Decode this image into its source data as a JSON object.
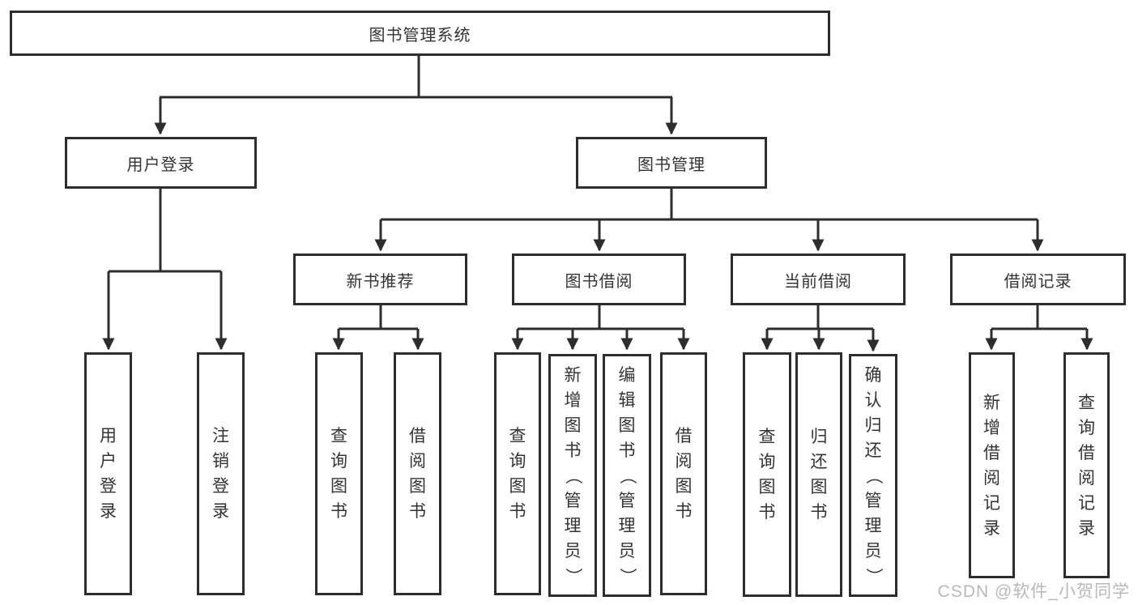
{
  "diagram": {
    "title": "图书管理系统",
    "watermark": "CSDN @软件_小贺同学",
    "colors": {
      "line": "#2d2d2d",
      "box_border": "#2d2d2d",
      "box_background": "#ffffff",
      "text": "#333333",
      "watermark": "#b2b2b2"
    },
    "nodes": {
      "root": {
        "label": "图书管理系统"
      },
      "user_login": {
        "label": "用户登录"
      },
      "book_mgmt": {
        "label": "图书管理"
      },
      "new_book_rec": {
        "label": "新书推荐"
      },
      "book_borrow": {
        "label": "图书借阅"
      },
      "current_borrow": {
        "label": "当前借阅"
      },
      "borrow_records": {
        "label": "借阅记录"
      },
      "leaf_user_login": {
        "label": "用户登录"
      },
      "leaf_logout": {
        "label": "注销登录"
      },
      "leaf_query_book_rec": {
        "label": "查询图书"
      },
      "leaf_borrow_book_rec": {
        "label": "借阅图书"
      },
      "leaf_query_book_borrow": {
        "label": "查询图书"
      },
      "leaf_add_book_admin": {
        "label": "新增图书（管理员）"
      },
      "leaf_edit_book_admin": {
        "label": "编辑图书（管理员）"
      },
      "leaf_borrow_book_borrow": {
        "label": "借阅图书"
      },
      "leaf_query_book_current": {
        "label": "查询图书"
      },
      "leaf_return_book": {
        "label": "归还图书"
      },
      "leaf_confirm_return_admin": {
        "label": "确认归还（管理员）"
      },
      "leaf_add_borrow_record": {
        "label": "新增借阅记录"
      },
      "leaf_query_borrow_record": {
        "label": "查询借阅记录"
      }
    },
    "edges": [
      "root→用户登录",
      "root→图书管理",
      "用户登录→用户登录",
      "用户登录→注销登录",
      "图书管理→新书推荐",
      "图书管理→图书借阅",
      "图书管理→当前借阅",
      "图书管理→借阅记录",
      "新书推荐→查询图书",
      "新书推荐→借阅图书",
      "图书借阅→查询图书",
      "图书借阅→新增图书（管理员）",
      "图书借阅→编辑图书（管理员）",
      "图书借阅→借阅图书",
      "当前借阅→查询图书",
      "当前借阅→归还图书",
      "当前借阅→确认归还（管理员）",
      "借阅记录→新增借阅记录",
      "借阅记录→查询借阅记录"
    ]
  }
}
